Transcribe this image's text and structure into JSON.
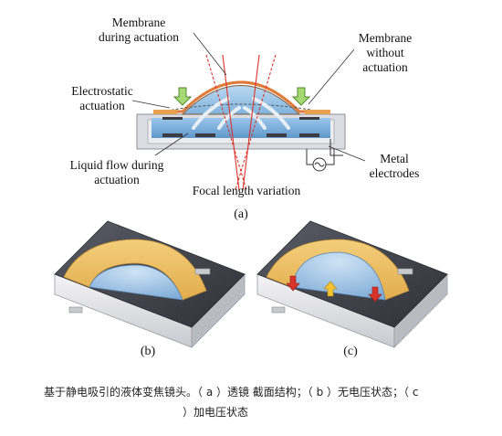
{
  "panel_a": {
    "label_membrane_actuation_l1": "Membrane",
    "label_membrane_actuation_l2": "during actuation",
    "label_membrane_no_actuation_l1": "Membrane",
    "label_membrane_no_actuation_l2": "without",
    "label_membrane_no_actuation_l3": "actuation",
    "label_electrostatic_l1": "Electrostatic",
    "label_electrostatic_l2": "actuation",
    "label_liquid_flow_l1": "Liquid flow during",
    "label_liquid_flow_l2": "actuation",
    "label_metal_l1": "Metal",
    "label_metal_l2": "electrodes",
    "label_focal": "Focal length variation",
    "panel_label": "(a)"
  },
  "panel_b": {
    "panel_label": "(b)"
  },
  "panel_c": {
    "panel_label": "(c)"
  },
  "caption": {
    "text_l1": "基于静电吸引的液体变焦镜头。（ a ）透镜 截面结构；（ b ）无电压状态；（ c",
    "text_l2": "）加电压状态"
  },
  "colors": {
    "liquid": "#7fb3dd",
    "membrane": "#e07a3a",
    "electrode_layer": "#e9b85a",
    "chip_top": "#4a4c55",
    "arrow_green": "#9bd26a",
    "arrow_red": "#d9342b",
    "arrow_yellow": "#f3c233",
    "focal_lines": "#d9342b"
  },
  "icons": {
    "ac_source": "ac-voltage-source-icon",
    "force_arrows": "down-arrow-icon",
    "flow_arrows": "curved-flow-arrow-icon"
  }
}
